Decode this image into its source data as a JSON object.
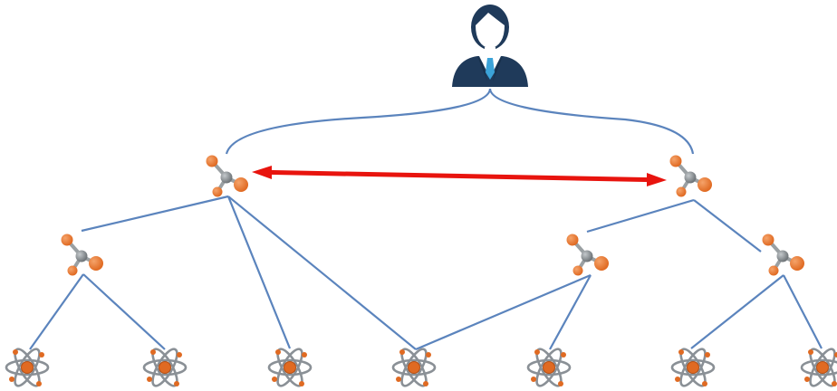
{
  "diagram": {
    "type": "hierarchy",
    "colors": {
      "edge": "#5b84bd",
      "relation_arrow": "#e8140e",
      "person_dark": "#1f3a5a",
      "person_skin": "#ffffff",
      "person_tie": "#3ba3d9",
      "molecule_ball": "#e06a22",
      "molecule_center": "#7c8386",
      "atom_nucleus": "#e06a22",
      "atom_orbit": "#8a9096"
    },
    "icons": {
      "root": "person-icon",
      "mid": "molecule-icon",
      "leaf": "atom-icon"
    },
    "nodes": [
      {
        "id": "root",
        "kind": "person",
        "label": ""
      },
      {
        "id": "m1",
        "kind": "molecule",
        "label": ""
      },
      {
        "id": "m2",
        "kind": "molecule",
        "label": ""
      },
      {
        "id": "m3",
        "kind": "molecule",
        "label": ""
      },
      {
        "id": "m4",
        "kind": "molecule",
        "label": ""
      },
      {
        "id": "m5",
        "kind": "molecule",
        "label": ""
      },
      {
        "id": "a1",
        "kind": "atom",
        "label": ""
      },
      {
        "id": "a2",
        "kind": "atom",
        "label": ""
      },
      {
        "id": "a3",
        "kind": "atom",
        "label": ""
      },
      {
        "id": "a4",
        "kind": "atom",
        "label": ""
      },
      {
        "id": "a5",
        "kind": "atom",
        "label": ""
      },
      {
        "id": "a6",
        "kind": "atom",
        "label": ""
      },
      {
        "id": "a7",
        "kind": "atom",
        "label": ""
      }
    ],
    "edges": [
      {
        "from": "root",
        "to": "m1",
        "style": "brace"
      },
      {
        "from": "root",
        "to": "m2",
        "style": "brace"
      },
      {
        "from": "m1",
        "to": "m2",
        "style": "bidirectional-arrow"
      },
      {
        "from": "m1",
        "to": "m3"
      },
      {
        "from": "m1",
        "to": "a3"
      },
      {
        "from": "m1",
        "to": "a4"
      },
      {
        "from": "m2",
        "to": "m4"
      },
      {
        "from": "m2",
        "to": "m5"
      },
      {
        "from": "m3",
        "to": "a1"
      },
      {
        "from": "m3",
        "to": "a2"
      },
      {
        "from": "m4",
        "to": "a4"
      },
      {
        "from": "m4",
        "to": "a5"
      },
      {
        "from": "m5",
        "to": "a6"
      },
      {
        "from": "m5",
        "to": "a7"
      }
    ]
  }
}
